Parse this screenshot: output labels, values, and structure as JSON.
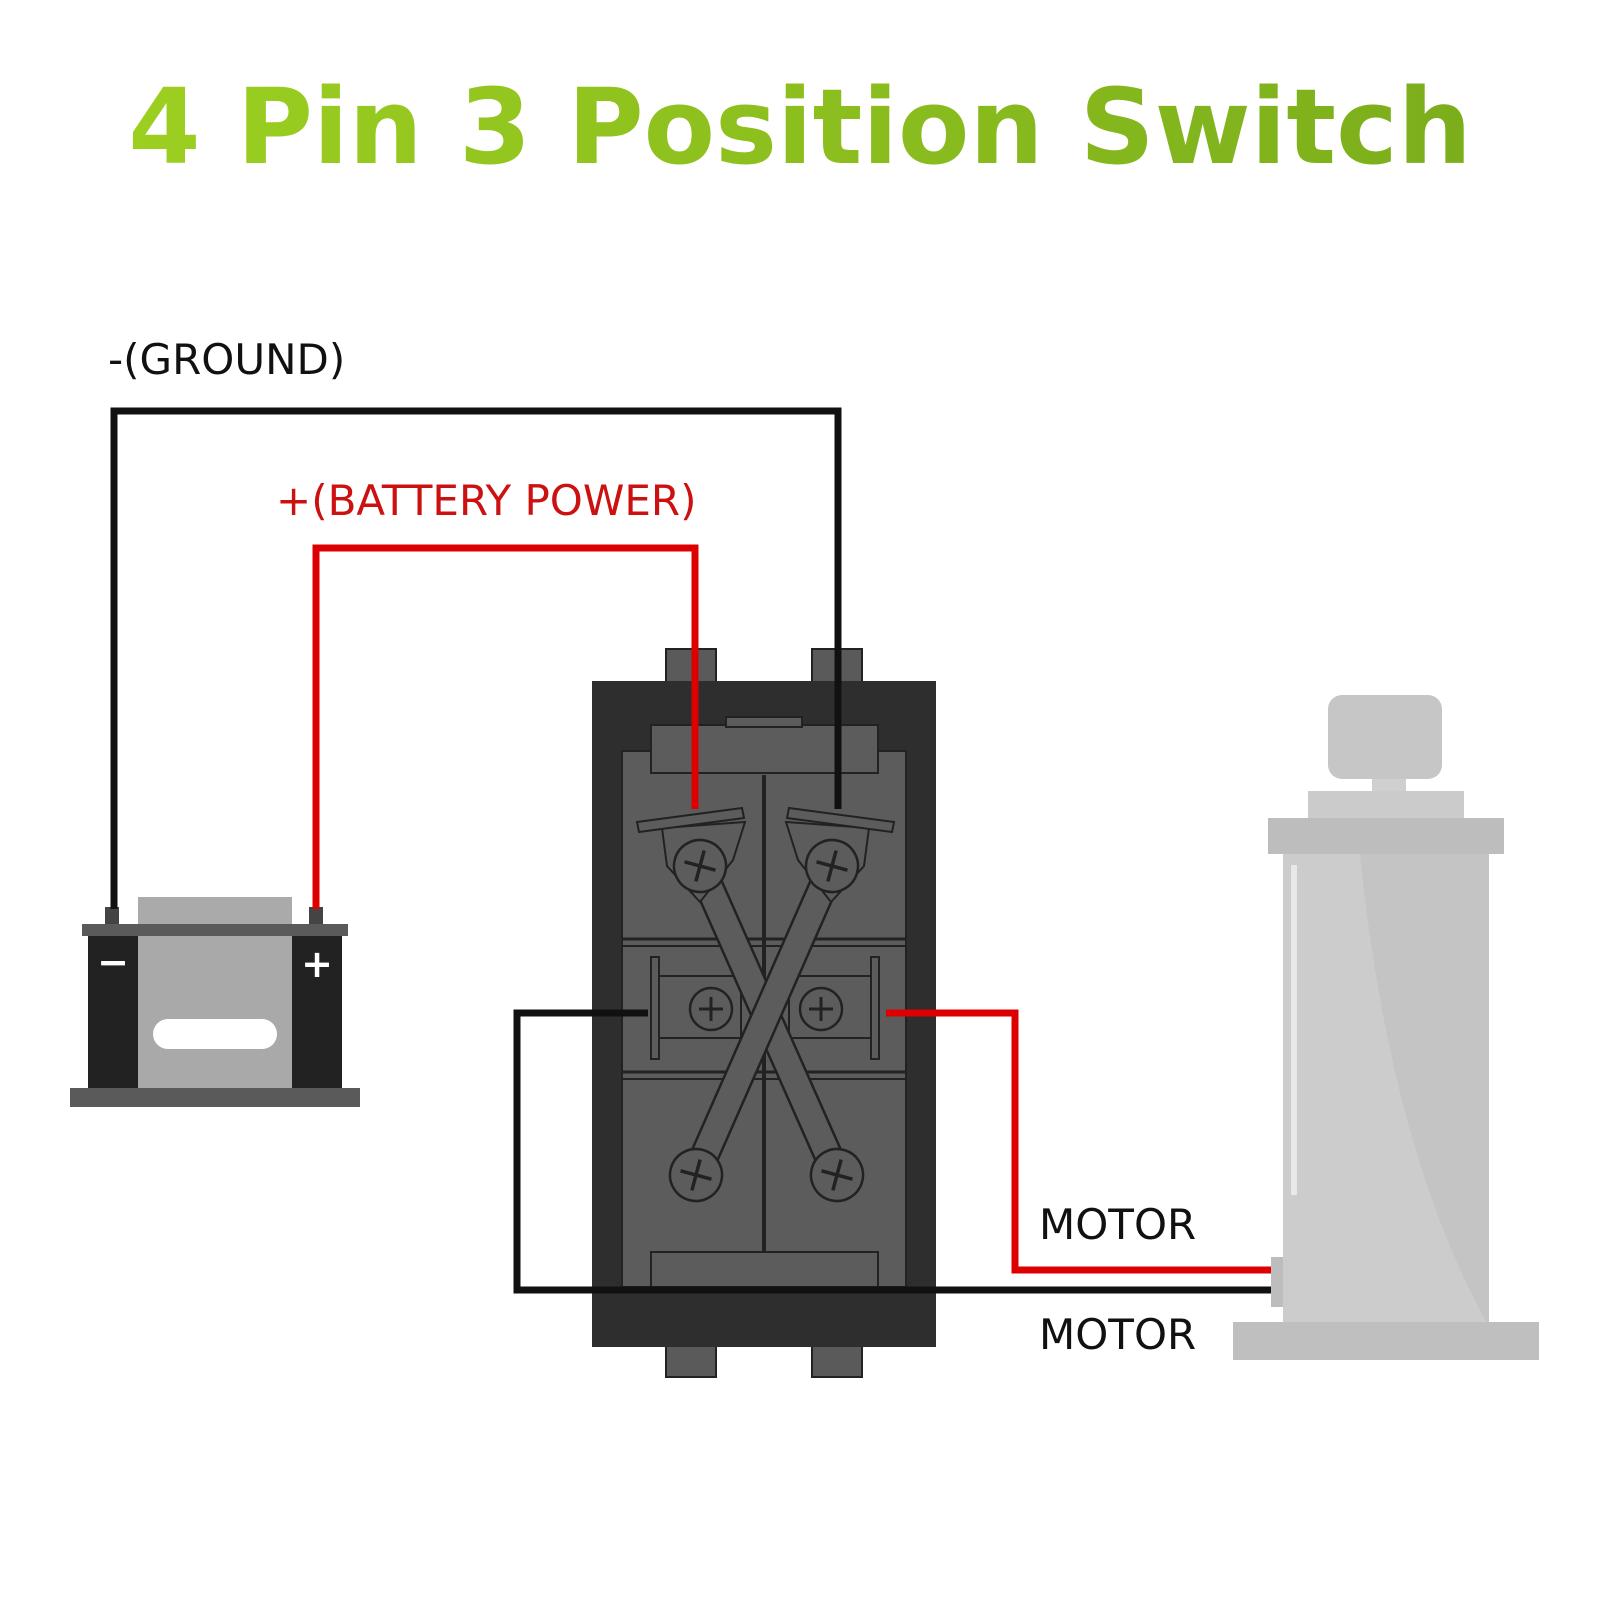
{
  "title": "4 Pin 3 Position Switch",
  "labels": {
    "ground": "-(GROUND)",
    "battery_power": "+(BATTERY POWER)",
    "motor_top": "MOTOR",
    "motor_bottom": "MOTOR"
  },
  "battery": {
    "negative_symbol": "−",
    "positive_symbol": "+"
  },
  "colors": {
    "title_green": "#8cc21f",
    "wire_red": "#dd0000",
    "wire_black": "#111111",
    "label_red": "#cc1111",
    "switch_frame": "#2e2e2e",
    "switch_body": "#5c5c5d",
    "motor_gray": "#c4c4c4"
  }
}
